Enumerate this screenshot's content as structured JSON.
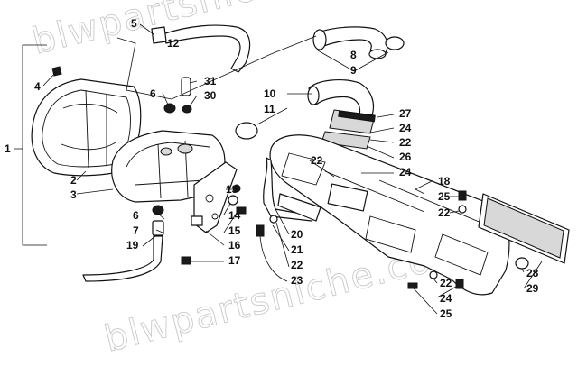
{
  "watermark": "blwpartsniche.com",
  "callouts": [
    "1",
    "2",
    "3",
    "4",
    "5",
    "6",
    "7",
    "8",
    "9",
    "10",
    "11",
    "12",
    "13",
    "14",
    "15",
    "16",
    "17",
    "18",
    "19",
    "20",
    "21",
    "22",
    "23",
    "24",
    "25",
    "26",
    "27",
    "28",
    "29",
    "30",
    "31"
  ]
}
